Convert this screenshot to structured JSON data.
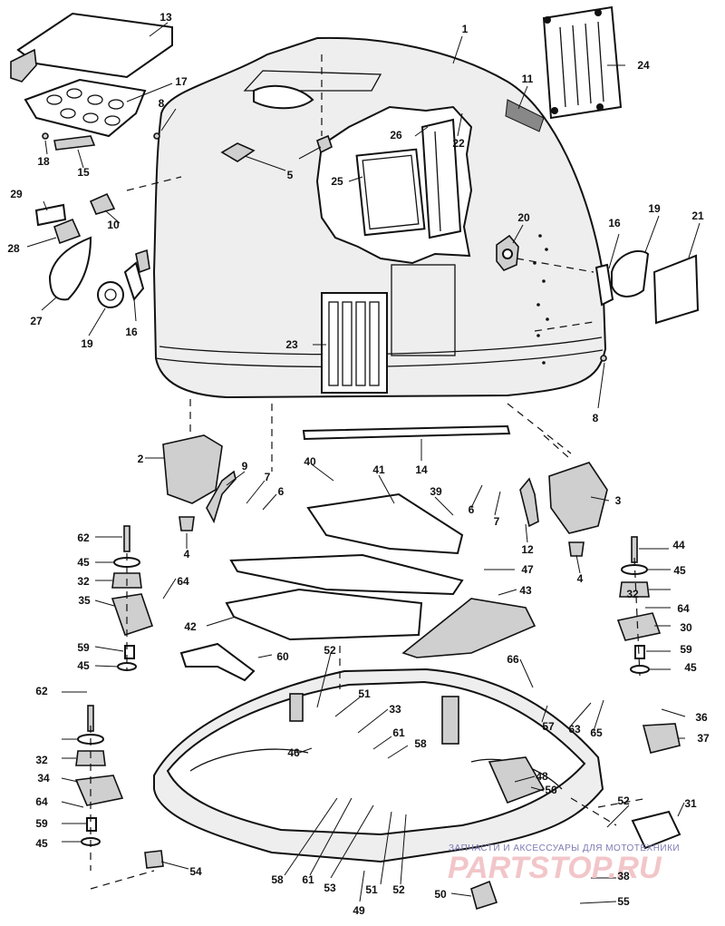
{
  "diagram": {
    "watermark": {
      "line1": "ЗАПЧАСТИ И АКСЕССУАРЫ ДЛЯ МОТОТЕХНИКИ",
      "line2": "PARTSTOP.RU"
    },
    "labels": [
      "1",
      "2",
      "3",
      "4",
      "4",
      "5",
      "6",
      "6",
      "7",
      "7",
      "8",
      "8",
      "9",
      "10",
      "11",
      "12",
      "13",
      "14",
      "15",
      "16",
      "16",
      "17",
      "18",
      "19",
      "19",
      "20",
      "21",
      "22",
      "23",
      "24",
      "25",
      "26",
      "27",
      "28",
      "29",
      "30",
      "31",
      "32",
      "32",
      "32",
      "33",
      "34",
      "35",
      "36",
      "37",
      "38",
      "39",
      "40",
      "41",
      "42",
      "43",
      "44",
      "45",
      "45",
      "45",
      "45",
      "45",
      "46",
      "47",
      "48",
      "49",
      "50",
      "51",
      "51",
      "52",
      "52",
      "52",
      "53",
      "54",
      "55",
      "56",
      "57",
      "58",
      "58",
      "59",
      "59",
      "59",
      "60",
      "61",
      "61",
      "62",
      "62",
      "63",
      "64",
      "64",
      "64",
      "65",
      "66"
    ]
  }
}
